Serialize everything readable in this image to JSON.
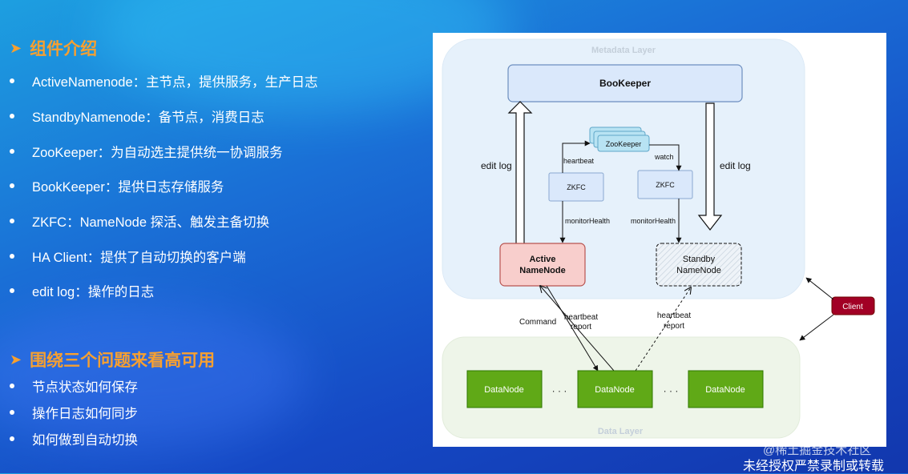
{
  "section1": {
    "title": "组件介绍",
    "items": [
      "ActiveNamenode：主节点，提供服务，生产日志",
      "StandbyNamenode：备节点，消费日志",
      "ZooKeeper：为自动选主提供统一协调服务",
      "BookKeeper：提供日志存储服务",
      "ZKFC：NameNode 探活、触发主备切换",
      "HA Client：提供了自动切换的客户端",
      "edit log：操作的日志"
    ]
  },
  "section2": {
    "title": "围绕三个问题来看高可用",
    "items": [
      "节点状态如何保存",
      "操作日志如何同步",
      "如何做到自动切换"
    ]
  },
  "diagram": {
    "metadata_layer": "Metadata Layer",
    "data_layer": "Data Layer",
    "bookkeeper": "BooKeeper",
    "zookeeper": "ZooKeeper",
    "zkfc_left": "ZKFC",
    "zkfc_right": "ZKFC",
    "active_line1": "Active",
    "active_line2": "NameNode",
    "standby_line1": "Standby",
    "standby_line2": "NameNode",
    "client": "Client",
    "datanode1": "DataNode",
    "datanode2": "DataNode",
    "datanode3": "DataNode",
    "dots1": "· · ·",
    "dots2": "· · ·",
    "edit_log_left": "edit log",
    "edit_log_right": "edit log",
    "heartbeat": "heartbeat",
    "watch": "watch",
    "monitor_left": "monitorHealth",
    "monitor_right": "monitorHealth",
    "command": "Command",
    "hb_report_l1": "heartbeat",
    "hb_report_l2": "report",
    "hb_report_r1": "heartbeat",
    "hb_report_r2": "report"
  },
  "footer": {
    "watermark": "@稀土掘金技术社区",
    "notice": "未经授权严禁录制或转载"
  }
}
